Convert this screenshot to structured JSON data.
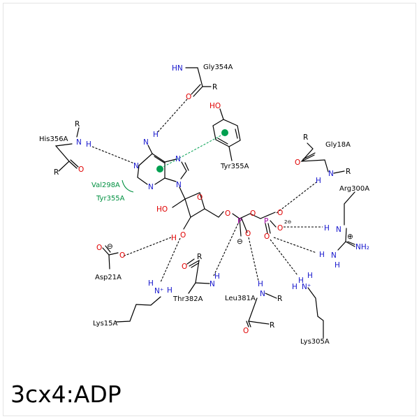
{
  "title": "3cx4:ADP",
  "colors": {
    "carbon": "#000000",
    "nitrogen": "#1515cc",
    "oxygen": "#e00000",
    "phosphorus": "#a000a0",
    "hydrophobic": "#009040",
    "pi": "#00a050"
  },
  "residues": {
    "gly354": "Gly354A",
    "his356": "His356A",
    "tyr355_ring": "Tyr355A",
    "val298": "Val298A",
    "tyr355_contact": "Tyr355A",
    "gly18": "Gly18A",
    "arg300": "Arg300A",
    "asp21": "Asp21A",
    "lys15": "Lys15A",
    "thr382": "Thr382A",
    "leu381": "Leu381A",
    "lys305": "Lys305A"
  },
  "atoms": {
    "N": "N",
    "O": "O",
    "P": "P",
    "H": "H",
    "R": "R",
    "HN": "HN",
    "HO": "HO",
    "NH2": "NH₂",
    "NplusH": "N⁺",
    "charge2": "2⊖",
    "minus": "⊖",
    "plus": "⊕"
  }
}
